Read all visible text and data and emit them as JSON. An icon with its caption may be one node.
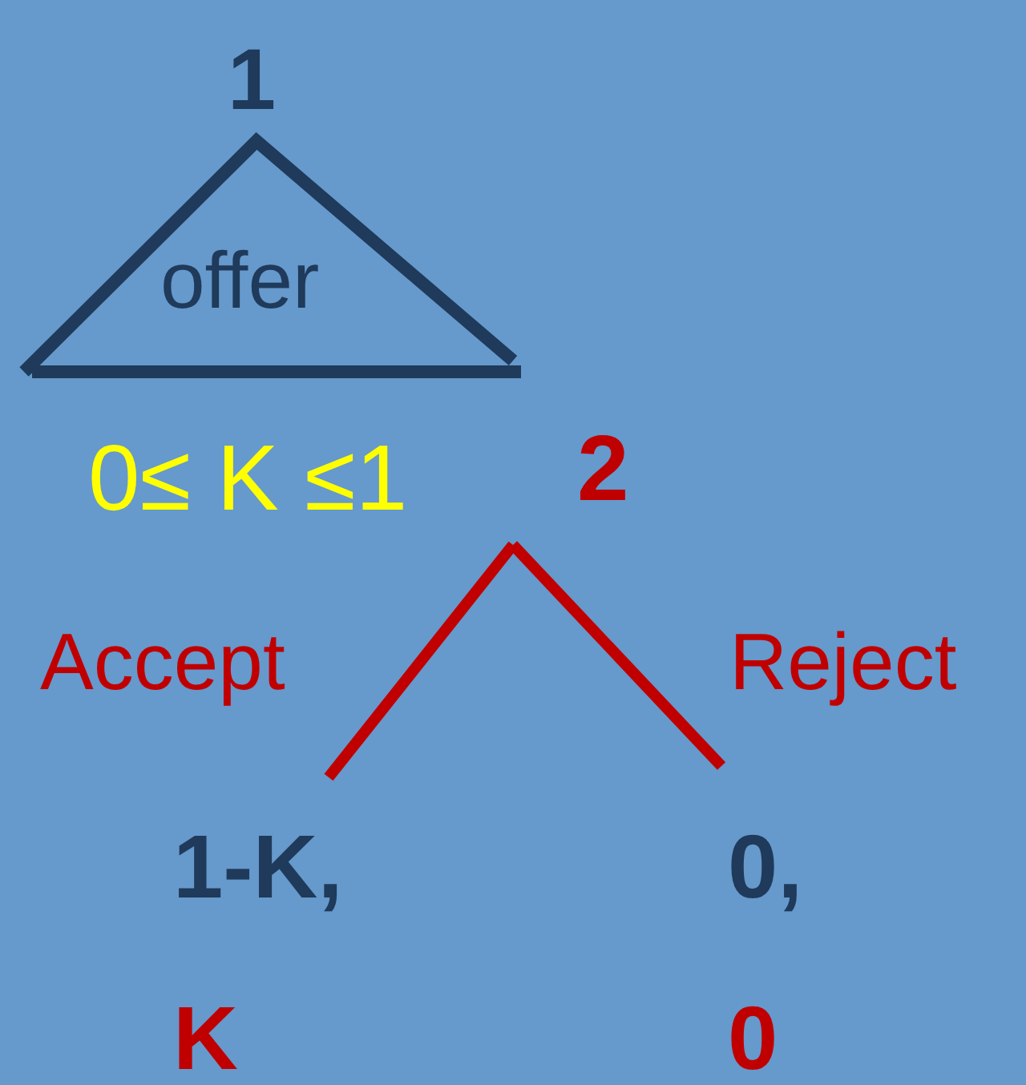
{
  "diagram": {
    "nodes": [
      {
        "text": [
          "offer"
        ],
        "beside": [
          "1"
        ]
      },
      {
        "text": [
          "2"
        ]
      },
      {
        "text": [
          "1-K,",
          "K"
        ]
      },
      {
        "text": [
          "0,",
          "0"
        ]
      }
    ],
    "edges": [
      {
        "from": 1,
        "to": 2,
        "arrow": "none",
        "label": "Accept"
      },
      {
        "from": 1,
        "to": 3,
        "arrow": "none",
        "label": "Reject"
      }
    ],
    "labels": [
      "0≤ K ≤1"
    ]
  }
}
